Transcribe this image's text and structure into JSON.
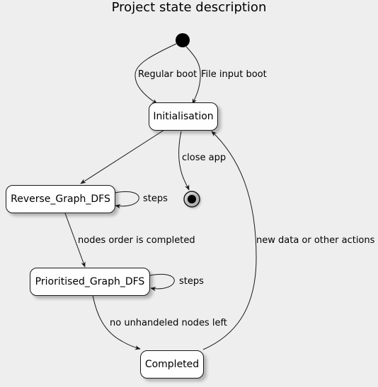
{
  "title": "Project state description",
  "states": {
    "initialisation": "Initialisation",
    "reverse": "Reverse_Graph_DFS",
    "prioritised": "Prioritised_Graph_DFS",
    "completed": "Completed"
  },
  "transitions": {
    "regular_boot": "Regular boot",
    "file_input_boot": "File input boot",
    "close_app": "close app",
    "steps_reverse": "steps",
    "nodes_order": "nodes order is completed",
    "steps_prioritised": "steps",
    "no_unhandled": "no unhandeled nodes left",
    "new_data": "new data or other actions"
  }
}
